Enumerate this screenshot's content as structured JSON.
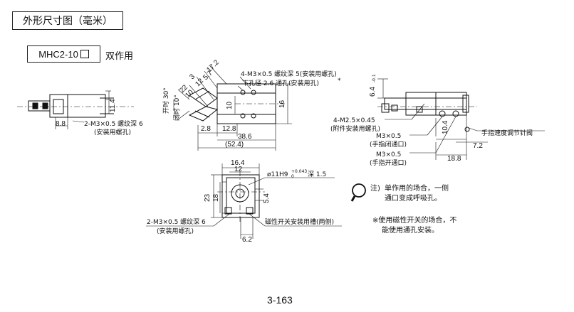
{
  "header": {
    "title": "外形尺寸图（毫米）"
  },
  "model": {
    "code": "MHC2-10",
    "action": "双作用"
  },
  "left_view": {
    "dims": [
      "8.8",
      "11.4"
    ],
    "thread_label": "2-M3×0.5 螺纹深 6",
    "thread_sub": "(安装用螺孔)"
  },
  "center_view": {
    "open_angle": "开时 30°",
    "closed_angle": "闭时 10°",
    "dims": [
      "17.2",
      "5.7",
      "3",
      "12",
      "22",
      "10",
      "2.8",
      "12.8",
      "38.6",
      "(52.4)",
      "16",
      "10"
    ],
    "mount_label": "4-M3×0.5 螺纹深 5(安装用螺孔)",
    "hole_label": "下孔径 2.6 通孔(安装用孔)",
    "hole_sup": "*"
  },
  "right_view": {
    "dims": [
      "6.4",
      "-0.1",
      "10.4",
      "7.2",
      "18.8"
    ],
    "screw_label": "4-M2.5×0.45",
    "screw_sub": "(附件安装用螺孔)",
    "port_closed": "M3×0.5",
    "port_closed_sub": "(手指闭通口)",
    "port_open": "M3×0.5",
    "port_open_sub": "(手指开通口)",
    "speed_valve": "手指速度调节针阀"
  },
  "bottom_view": {
    "dims": [
      "16.4",
      "12",
      "23",
      "18",
      "5.4",
      "6.2"
    ],
    "bore_label": "ø11H9",
    "bore_tol_upper": "+0.043",
    "bore_tol_lower": "0",
    "bore_depth": "深 1.5",
    "thread_label": "2-M3×0.5 螺纹深 6",
    "thread_sub": "(安装用螺孔)",
    "switch_slot": "磁性开关安装用槽(两侧)"
  },
  "notes": {
    "note1_prefix": "注)",
    "note1_line1": "单作用的场合，一侧",
    "note1_line2": "通口变成呼吸孔。",
    "note2_line1": "※使用磁性开关的场合，不",
    "note2_line2": "能使用通孔安装。"
  },
  "footer": {
    "page": "3-163"
  }
}
